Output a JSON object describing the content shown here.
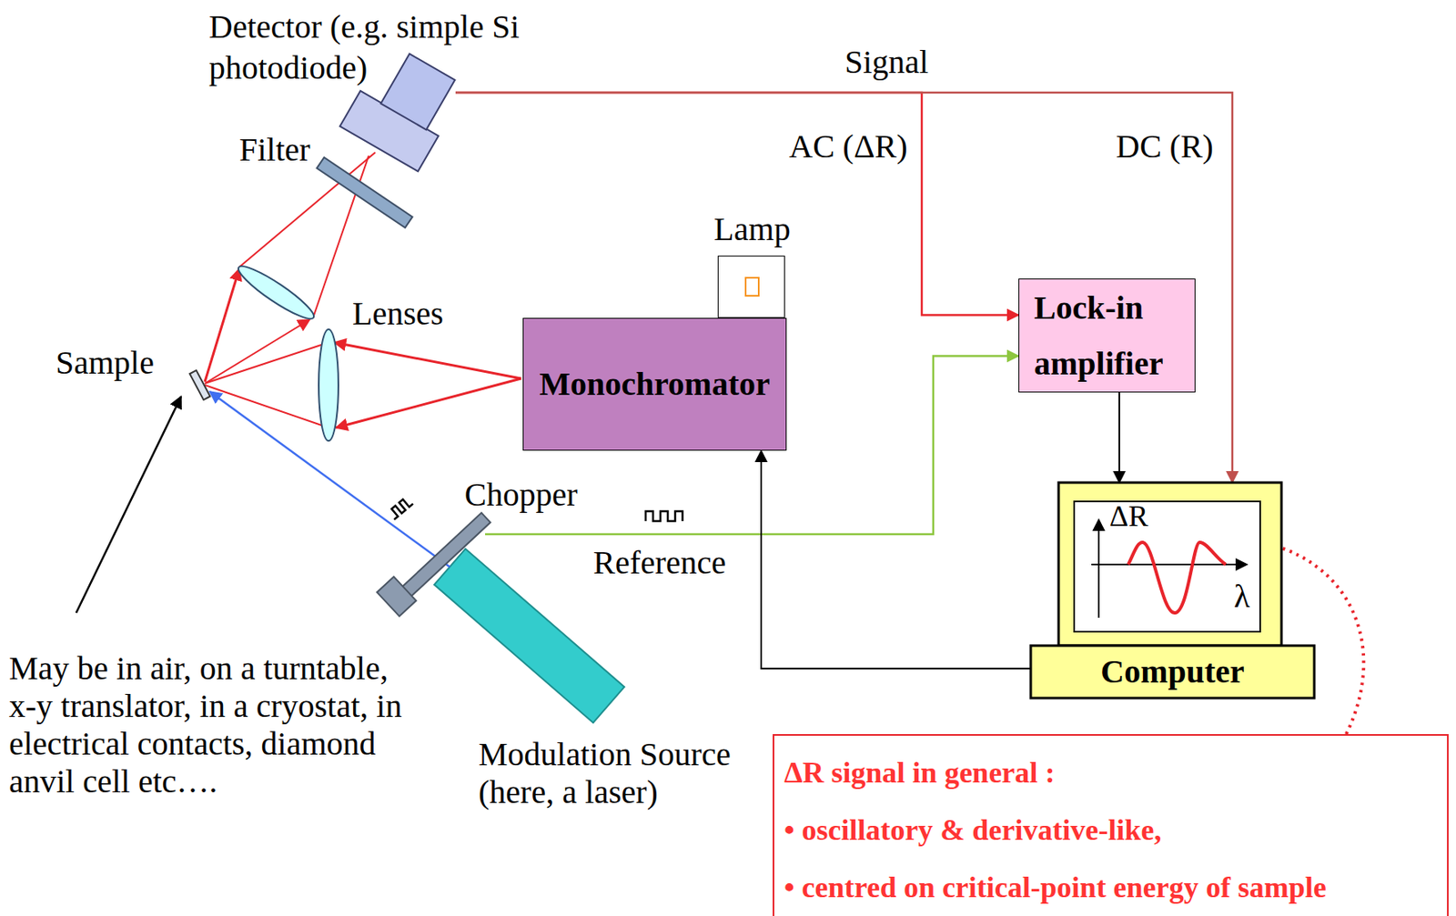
{
  "diagram": {
    "nodes": [
      {
        "text": [
          "Detector (e.g. simple Si photodiode)"
        ]
      },
      {
        "text": [
          "Lamp"
        ]
      },
      {
        "text": [
          "Monochromator"
        ]
      },
      {
        "text": [
          "Lock-in amplifier"
        ]
      },
      {
        "text": [
          "Chopper"
        ]
      },
      {
        "text": [
          "Computer"
        ]
      },
      {
        "text": [
          "ΔR signal in general :",
          "• oscillatory & derivative-like,",
          "• centred on critical-point energy of sample"
        ]
      }
    ],
    "edges": [
      {
        "from": 0,
        "to": 3,
        "label": "AC (ΔR)",
        "arrow": "to"
      },
      {
        "from": 0,
        "to": 5,
        "label": "DC (R)",
        "arrow": "to"
      },
      {
        "from": 4,
        "to": 3,
        "label": "Reference",
        "arrow": "to"
      },
      {
        "from": 3,
        "to": 5,
        "arrow": "to"
      },
      {
        "from": 5,
        "to": 2,
        "arrow": "to"
      }
    ],
    "labels": [
      "Signal",
      "Filter",
      "Lenses",
      "Sample",
      "May be in air, on a turntable, x-y translator, in a cryostat, in electrical contacts, diamond anvil cell etc….",
      "Modulation Source (here, a laser)",
      "ΔR",
      "λ"
    ]
  }
}
